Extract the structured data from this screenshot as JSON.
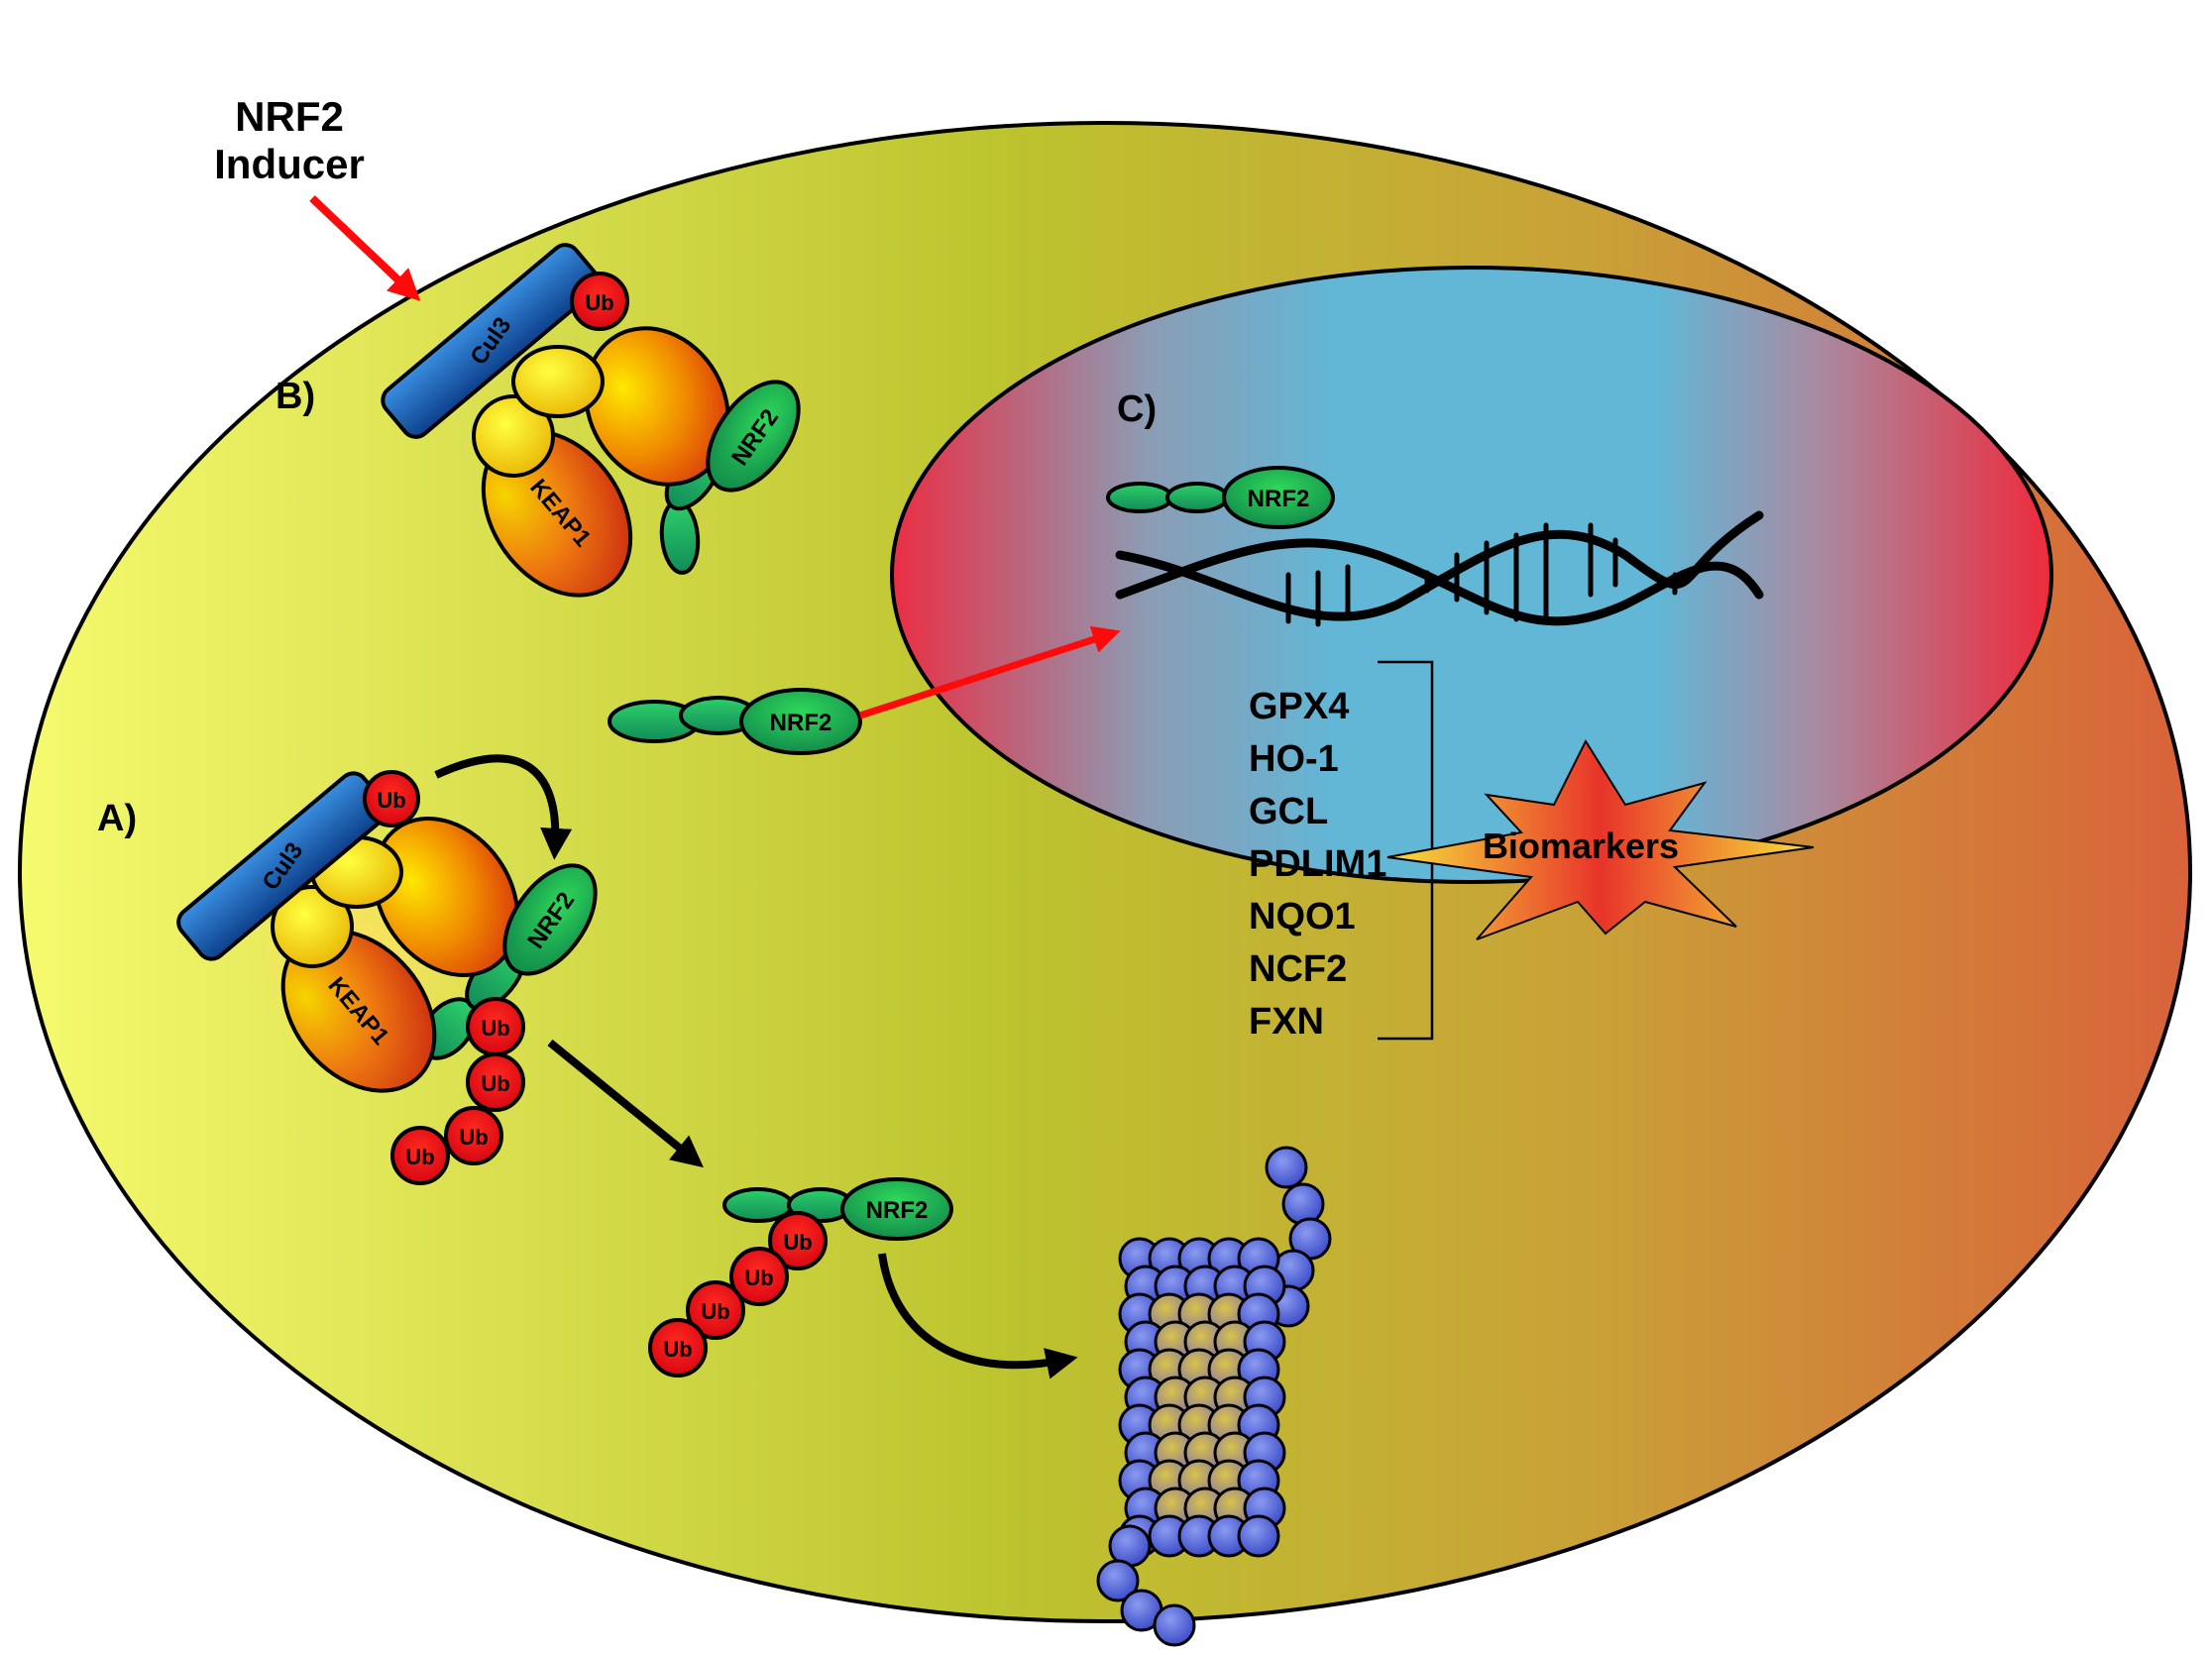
{
  "inducer": {
    "line1": "NRF2",
    "line2": "Inducer"
  },
  "panels": {
    "a": "A)",
    "b": "B)",
    "c": "C)"
  },
  "labels": {
    "cul3": "Cul3",
    "keap1": "KEAP1",
    "nrf2": "NRF2",
    "ub": "Ub"
  },
  "genes": [
    "GPX4",
    "HO-1",
    "GCL",
    "PDLIM1",
    "NQO1",
    "NCF2",
    "FXN"
  ],
  "biomarkers": "Biomarkers",
  "colors": {
    "cell_left": "#f3f86a",
    "cell_mid": "#b8c130",
    "cell_right": "#d9683a",
    "nucleus_edge": "#e6344a",
    "nucleus_center": "#62b8d8",
    "cul3": "#1e64b4",
    "ub": "#e30613",
    "nrf2": "#1aa84f",
    "arrow_red": "#ff0a0a",
    "proteasome": "#4a5ad8"
  }
}
